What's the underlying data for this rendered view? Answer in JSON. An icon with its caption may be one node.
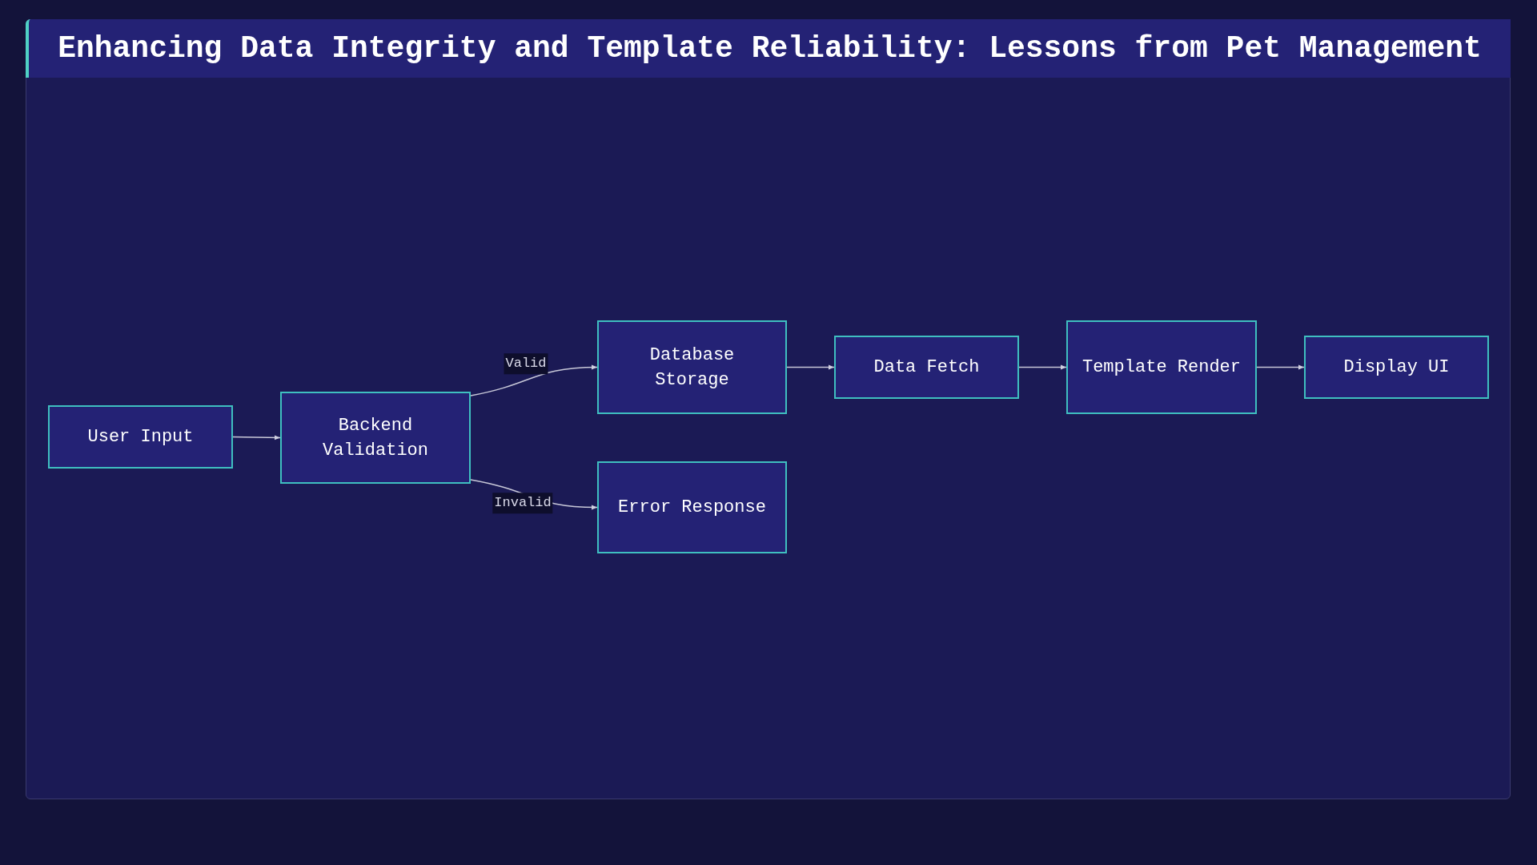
{
  "diagram": {
    "title": "Enhancing Data Integrity and Template Reliability: Lessons from Pet Management",
    "nodes": [
      {
        "text": [
          "User Input"
        ]
      },
      {
        "text": [
          "Backend Validation"
        ]
      },
      {
        "text": [
          "Database Storage"
        ]
      },
      {
        "text": [
          "Data Fetch"
        ]
      },
      {
        "text": [
          "Template Render"
        ]
      },
      {
        "text": [
          "Display UI"
        ]
      },
      {
        "text": [
          "Error Response"
        ]
      }
    ],
    "edges": [
      {
        "from": 0,
        "to": 1,
        "arrow": "to"
      },
      {
        "from": 1,
        "to": 2,
        "arrow": "to",
        "label": "Valid"
      },
      {
        "from": 1,
        "to": 6,
        "arrow": "to",
        "label": "Invalid"
      },
      {
        "from": 2,
        "to": 3,
        "arrow": "to"
      },
      {
        "from": 3,
        "to": 4,
        "arrow": "to"
      },
      {
        "from": 4,
        "to": 5,
        "arrow": "to"
      }
    ]
  }
}
